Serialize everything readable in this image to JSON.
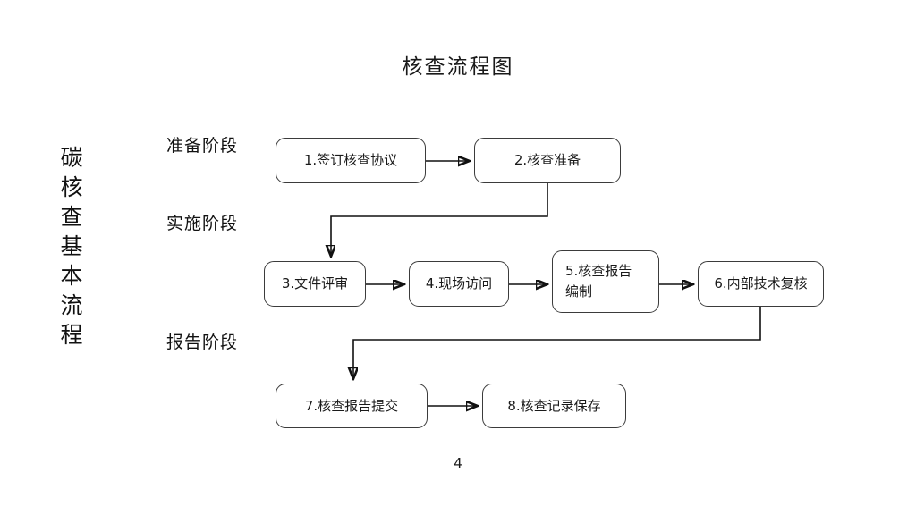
{
  "slide": {
    "title": "核查流程图",
    "page_number": "4",
    "background_color": "#ffffff",
    "line_color": "#111111",
    "box_border_color": "#3b3b3b"
  },
  "vertical_caption": {
    "full_text": "碳核查基本流程",
    "chars": [
      "碳",
      "核",
      "查",
      "基",
      "本",
      "流",
      "程"
    ]
  },
  "stages": [
    {
      "id": "preparation",
      "label": "准备阶段"
    },
    {
      "id": "implementation",
      "label": "实施阶段"
    },
    {
      "id": "reporting",
      "label": "报告阶段"
    }
  ],
  "nodes": [
    {
      "id": "node1",
      "number": "1",
      "label": "1.签订核查协议",
      "stage": "preparation"
    },
    {
      "id": "node2",
      "number": "2",
      "label": "2.核查准备",
      "stage": "preparation"
    },
    {
      "id": "node3",
      "number": "3",
      "label": "3.文件评审",
      "stage": "implementation"
    },
    {
      "id": "node4",
      "number": "4",
      "label": "4.现场访问",
      "stage": "implementation"
    },
    {
      "id": "node5",
      "number": "5",
      "label": "5.核查报告\n编制",
      "line1": "5.核查报告",
      "line2": "编制",
      "stage": "implementation"
    },
    {
      "id": "node6",
      "number": "6",
      "label": "6.内部技术复核",
      "stage": "implementation"
    },
    {
      "id": "node7",
      "number": "7",
      "label": "7.核查报告提交",
      "stage": "reporting"
    },
    {
      "id": "node8",
      "number": "8",
      "label": "8.核查记录保存",
      "stage": "reporting"
    }
  ],
  "connectors": [
    {
      "from": "node1",
      "to": "node2",
      "type": "straight-right"
    },
    {
      "from": "node2",
      "to": "node3",
      "type": "elbow-down-left"
    },
    {
      "from": "node3",
      "to": "node4",
      "type": "straight-right"
    },
    {
      "from": "node4",
      "to": "node5",
      "type": "straight-right"
    },
    {
      "from": "node5",
      "to": "node6",
      "type": "straight-right"
    },
    {
      "from": "node6",
      "to": "node7",
      "type": "elbow-down-left"
    },
    {
      "from": "node7",
      "to": "node8",
      "type": "straight-right"
    }
  ]
}
